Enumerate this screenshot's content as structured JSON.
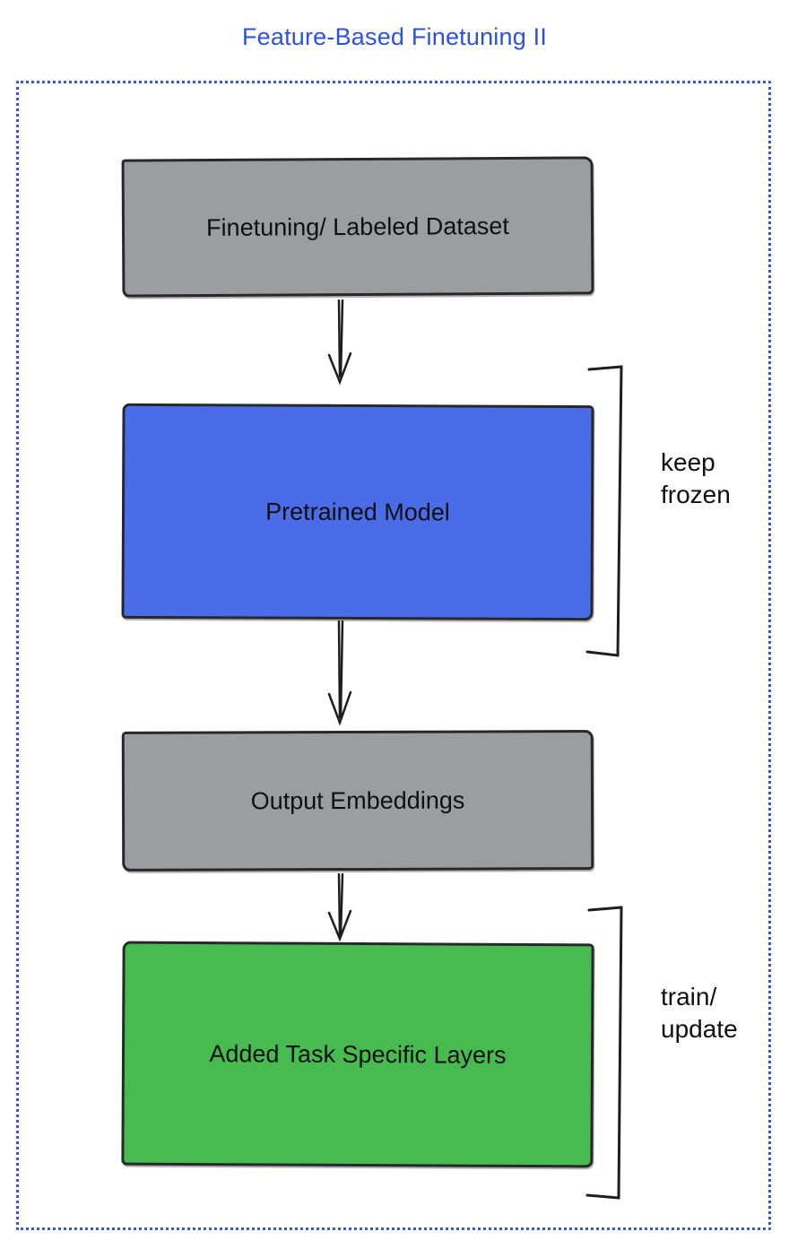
{
  "title": "Feature-Based Finetuning II",
  "colors": {
    "title": "#2b52e0",
    "frame_border": "#3657d4",
    "gray_box": "#9a9ea3",
    "blue_box": "#4a6ce8",
    "green_box": "#48bb50",
    "stroke": "#1b1d1f"
  },
  "diagram": {
    "boxes": [
      {
        "id": "finetuning-dataset",
        "label": "Finetuning/ Labeled Dataset",
        "color": "#9a9ea3"
      },
      {
        "id": "pretrained-model",
        "label": "Pretrained Model",
        "color": "#4a6ce8"
      },
      {
        "id": "output-embeddings",
        "label": "Output Embeddings",
        "color": "#9a9ea3"
      },
      {
        "id": "added-task-layers",
        "label": "Added Task Specific Layers",
        "color": "#48bb50"
      }
    ],
    "annotations": [
      {
        "target": "pretrained-model",
        "lines": [
          "keep",
          "frozen"
        ]
      },
      {
        "target": "added-task-layers",
        "lines": [
          "train/",
          "update"
        ]
      }
    ]
  }
}
